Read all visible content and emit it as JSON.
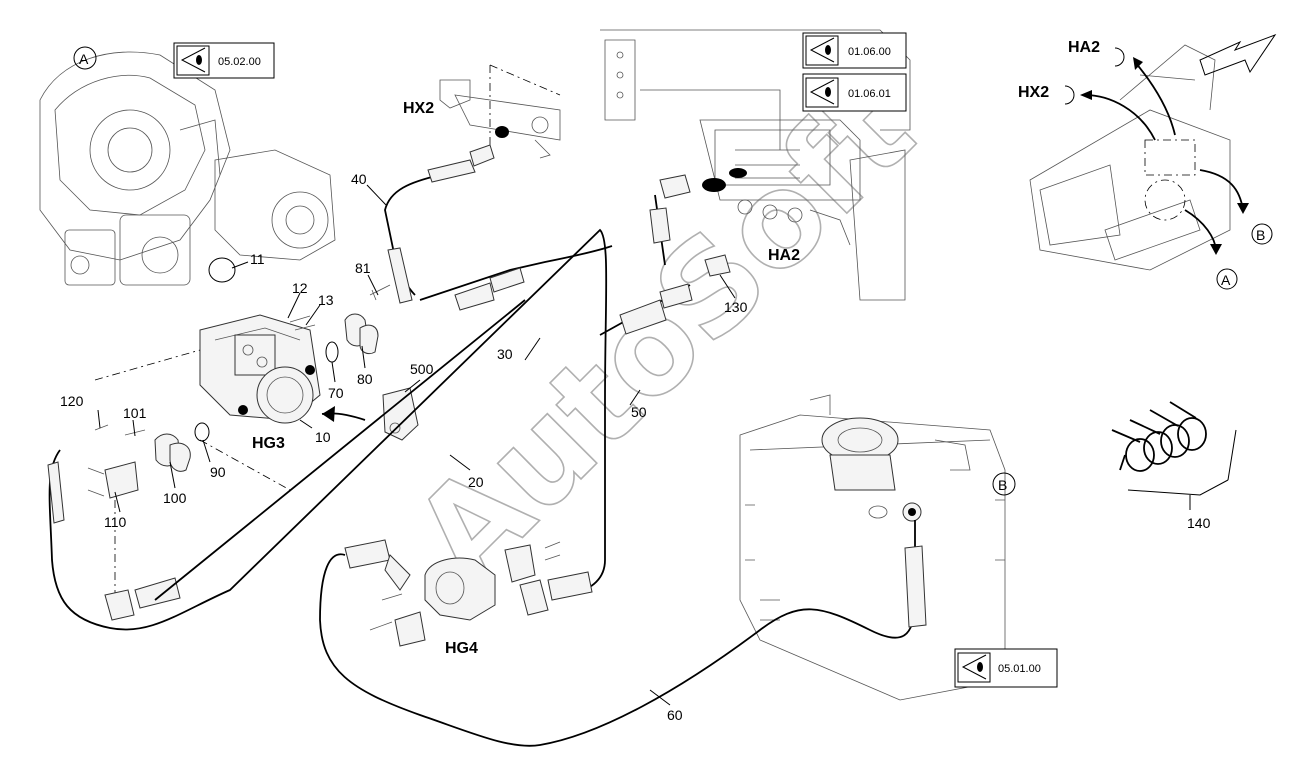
{
  "watermark": "AutoSoft",
  "view_refs": [
    {
      "id": "ref-a",
      "label": "05.02.00"
    },
    {
      "id": "ref-b1",
      "label": "01.06.00"
    },
    {
      "id": "ref-b2",
      "label": "01.06.01"
    },
    {
      "id": "ref-c",
      "label": "05.01.00"
    }
  ],
  "markers": {
    "a": "A",
    "b": "B"
  },
  "component_codes": {
    "hx2": "HX2",
    "ha2": "HA2",
    "hg3": "HG3",
    "hg4": "HG4"
  },
  "part_numbers": {
    "p11": "11",
    "p12": "12",
    "p13": "13",
    "p81": "81",
    "p40": "40",
    "p120": "120",
    "p101": "101",
    "p90": "90",
    "p100": "100",
    "p110": "110",
    "p10": "10",
    "p70": "70",
    "p80": "80",
    "p500": "500",
    "p30": "30",
    "p50": "50",
    "p20": "20",
    "p130": "130",
    "p60": "60",
    "p140": "140"
  },
  "inset": {
    "ha2": "HA2",
    "hx2": "HX2",
    "a": "A",
    "b": "B"
  }
}
